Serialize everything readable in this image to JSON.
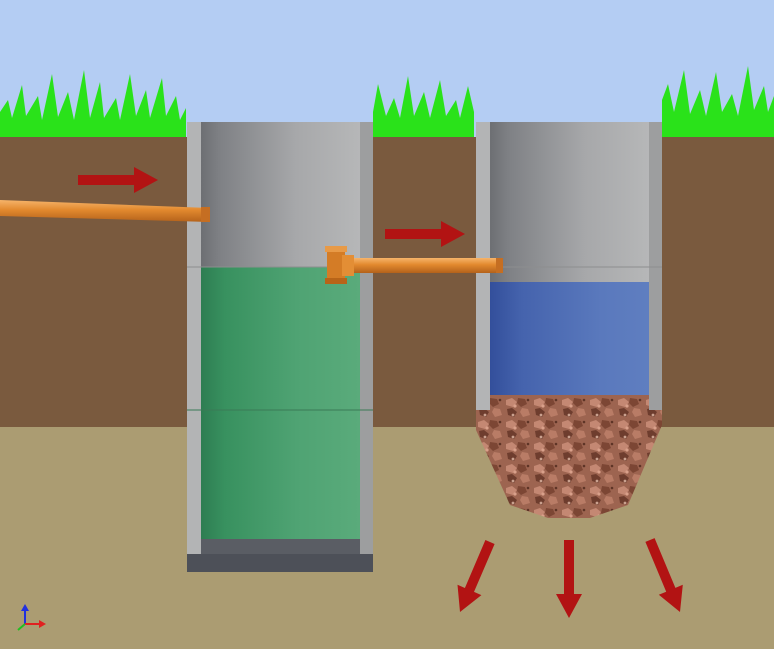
{
  "colors": {
    "sky": "#b4cdf3",
    "grass": "#2ae21a",
    "topsoil": "#7a5a3e",
    "subsoil": "#ab9c72",
    "concrete": "#a9aaaa",
    "septic_liquid": "#3e9a6a",
    "filter_water": "#4a66b0",
    "tank_bottom": "#4d5058",
    "pipe": "#e2892e",
    "gravel": "#a86c56",
    "arrow": "#b21313"
  },
  "components": {
    "inlet_pipe": {
      "icon": "pipe",
      "kind": "inlet"
    },
    "septic_tank": {
      "icon": "concrete-ring-well",
      "contents": "wastewater"
    },
    "overflow_pipe": {
      "icon": "pipe-with-tee-fitting"
    },
    "filter_well": {
      "icon": "concrete-ring-well",
      "contents": "clarified-water",
      "base": "gravel-filter-bed"
    }
  },
  "flow_arrows": [
    {
      "id": "flow-into-septic",
      "direction": "right"
    },
    {
      "id": "flow-into-filter-well",
      "direction": "right"
    },
    {
      "id": "seepage-left",
      "direction": "down-left"
    },
    {
      "id": "seepage-down",
      "direction": "down"
    },
    {
      "id": "seepage-right",
      "direction": "down-right"
    }
  ],
  "axis_gizmo": {
    "axes": [
      {
        "axis": "x",
        "color": "#e02020"
      },
      {
        "axis": "y",
        "color": "#2030e0"
      },
      {
        "axis": "z",
        "color": "#20c020"
      }
    ]
  }
}
